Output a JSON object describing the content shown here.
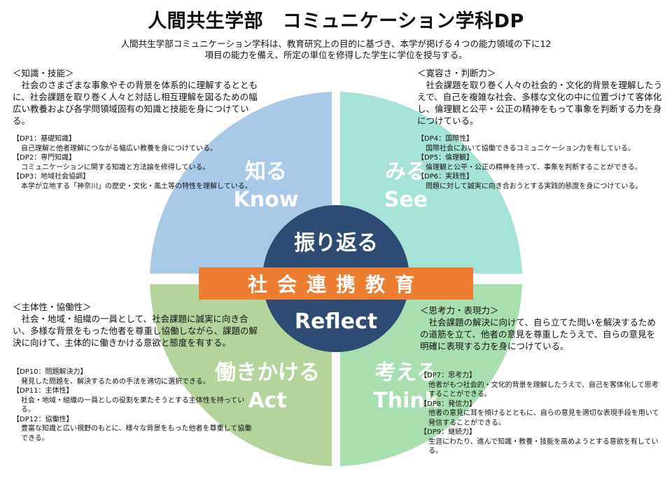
{
  "title": "人間共生学部　コミュニケーション学科DP",
  "intro": "人間共生学部コミュニケーション学科は、教育研究上の目的に基づき、本学が掲げる４つの能力領域の下に12項目の能力を備え、所定の単位を修得した学生に学位を授与する。",
  "quadrants": {
    "know": {
      "jp": "知る",
      "en": "Know"
    },
    "see": {
      "jp": "みる",
      "en": "See"
    },
    "act": {
      "jp": "働きかける",
      "en": "Act"
    },
    "think": {
      "jp": "考える",
      "en": "Think"
    }
  },
  "center": {
    "top": "振り返る",
    "bottom": "Reflect"
  },
  "banner": "社会連携教育",
  "colors": {
    "know": "#a9c9e8",
    "see": "#a5e3d6",
    "act": "#b4d49b",
    "think": "#a8dfb0",
    "circle": "#2e4b73",
    "banner": "#ed7d31"
  },
  "blocks": {
    "tl": {
      "heading": "＜知識・技能＞",
      "body": "社会のさまざまな事象やその背景を体系的に理解するとともに、社会課題を取り巻く人々と対話し相互理解を図るための幅広い教養および各学問領域固有の知識と技能を身につけている。",
      "dps": [
        {
          "label": "【DP1：基礎知識】",
          "text": "自己理解と他者理解につながる幅広い教養を身につけている。"
        },
        {
          "label": "【DP2：専門知識】",
          "text": "コミュニケーションに関する知識と方法論を修得している。"
        },
        {
          "label": "【DP3：地域社会協調】",
          "text": "本学が立地する「神奈川」の歴史・文化・風土等の特性を理解している。"
        }
      ]
    },
    "tr": {
      "heading": "＜寛容さ・判断力＞",
      "body": "社会課題を取り巻く人々の社会的・文化的背景を理解したうえで、自己を複雑な社会、多様な文化の中に位置づけて客体化し、倫理観と公平・公正の精神をもって事象を判断する力を身につけている。",
      "dps": [
        {
          "label": "【DP4：国際性】",
          "text": "国際社会において協働できるコミュニケーション力を有している。"
        },
        {
          "label": "【DP5：倫理観】",
          "text": "倫理観と公平・公正の精神を持って、事象を判断することができる。"
        },
        {
          "label": "【DP6：実践性】",
          "text": "問題に対して誠実に向き合おうとする実践的態度を身につけている。"
        }
      ]
    },
    "bl": {
      "heading": "＜主体性・協働性＞",
      "body": "社会・地域・組織の一員として、社会課題に誠実に向き合い、多様な背景をもった他者を尊重し協働しながら、課題の解決に向けて、主体的に働きかける意欲と態度を有する。",
      "dps": [
        {
          "label": "【DP10：問題解決力】",
          "text": "発見した問題を、解決するための手法を適切に選択できる。"
        },
        {
          "label": "【DP11：主体性】",
          "text": "社会・地域・組織の一員としの役割を果たそうとする主体性を持っている。"
        },
        {
          "label": "【DP12：協働性】",
          "text": "豊富な知識と広い視野のもとに、様々な背景をもった他者を尊重して協働できる。"
        }
      ]
    },
    "br": {
      "heading": "＜思考力・表現力＞",
      "body": "社会課題の解決に向けて、自ら立てた問いを解決するための道筋を立て、他者の意見を尊重したうえで、自らの意見を明確に表現する力を身につけている。",
      "dps": [
        {
          "label": "【DP7：思考力】",
          "text": "他者がもつ社会的・文化的背景を理解したうえで、自己を客体化して思考することができる。"
        },
        {
          "label": "【DP8：発信力】",
          "text": "他者の意見に耳を傾けるとともに、自らの意見を適切な表現手段を用いて発信することができる。"
        },
        {
          "label": "【DP9：継続力】",
          "text": "生涯にわたり、進んで知識・教養・技能を高めようとする意欲を有している。"
        }
      ]
    }
  }
}
